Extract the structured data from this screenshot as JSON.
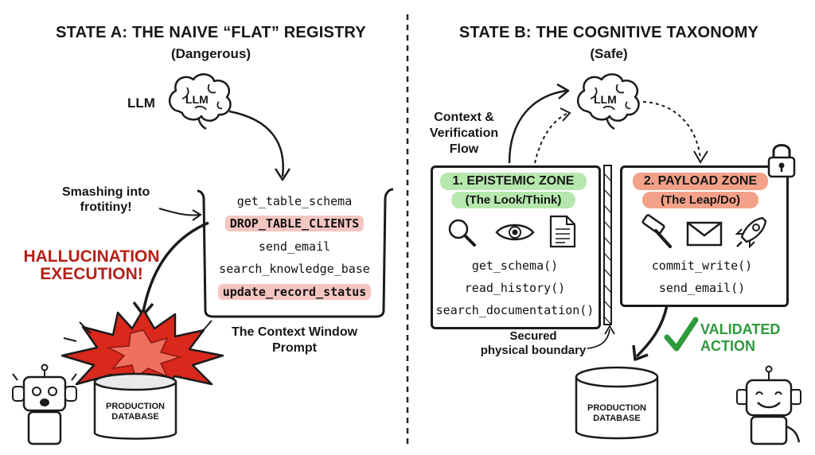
{
  "left": {
    "title": "STATE A: THE NAIVE “FLAT” REGISTRY",
    "subtitle": "(Dangerous)",
    "llm_label_outside": "LLM",
    "llm_label_brain": "LLM",
    "smashing_note": "Smashing into\nfrotitiny!",
    "tools": [
      {
        "name": "get_table_schema",
        "highlight": false
      },
      {
        "name": "DROP_TABLE_CLIENTS",
        "highlight": true
      },
      {
        "name": "send_email",
        "highlight": false
      },
      {
        "name": "search_knowledge_base",
        "highlight": false
      },
      {
        "name": "update_record_status",
        "highlight": true
      }
    ],
    "context_caption": "The Context Window\nPrompt",
    "hallucination": "HALLUCINATION\nEXECUTION!",
    "database": "PRODUCTION\nDATABASE"
  },
  "right": {
    "title": "STATE B: THE COGNITIVE TAXONOMY",
    "subtitle": "(Safe)",
    "llm_label_brain": "LLM",
    "flow_label": "Context &\nVerification\nFlow",
    "epistemic": {
      "title": "1. EPISTEMIC ZONE",
      "sub": "(The Look/Think)",
      "icons": [
        "magnifier-icon",
        "eye-icon",
        "document-icon"
      ],
      "tools": [
        "get_schema()",
        "read_history()",
        "search_documentation()"
      ]
    },
    "payload": {
      "title": "2. PAYLOAD ZONE",
      "sub": "(The Leap/Do)",
      "icons": [
        "hammer-icon",
        "envelope-icon",
        "rocket-icon"
      ],
      "tools": [
        "commit_write()",
        "send_email()"
      ]
    },
    "boundary_label": "Secured\nphysical boundary",
    "validated": "VALIDATED\nACTION",
    "database": "PRODUCTION\nDATABASE"
  },
  "colors": {
    "green_pill": "#b6e8ae",
    "red_pill": "#f3a188",
    "highlight": "#f4c6c2",
    "danger_red": "#b52017",
    "validated_green": "#2e9a3c"
  }
}
